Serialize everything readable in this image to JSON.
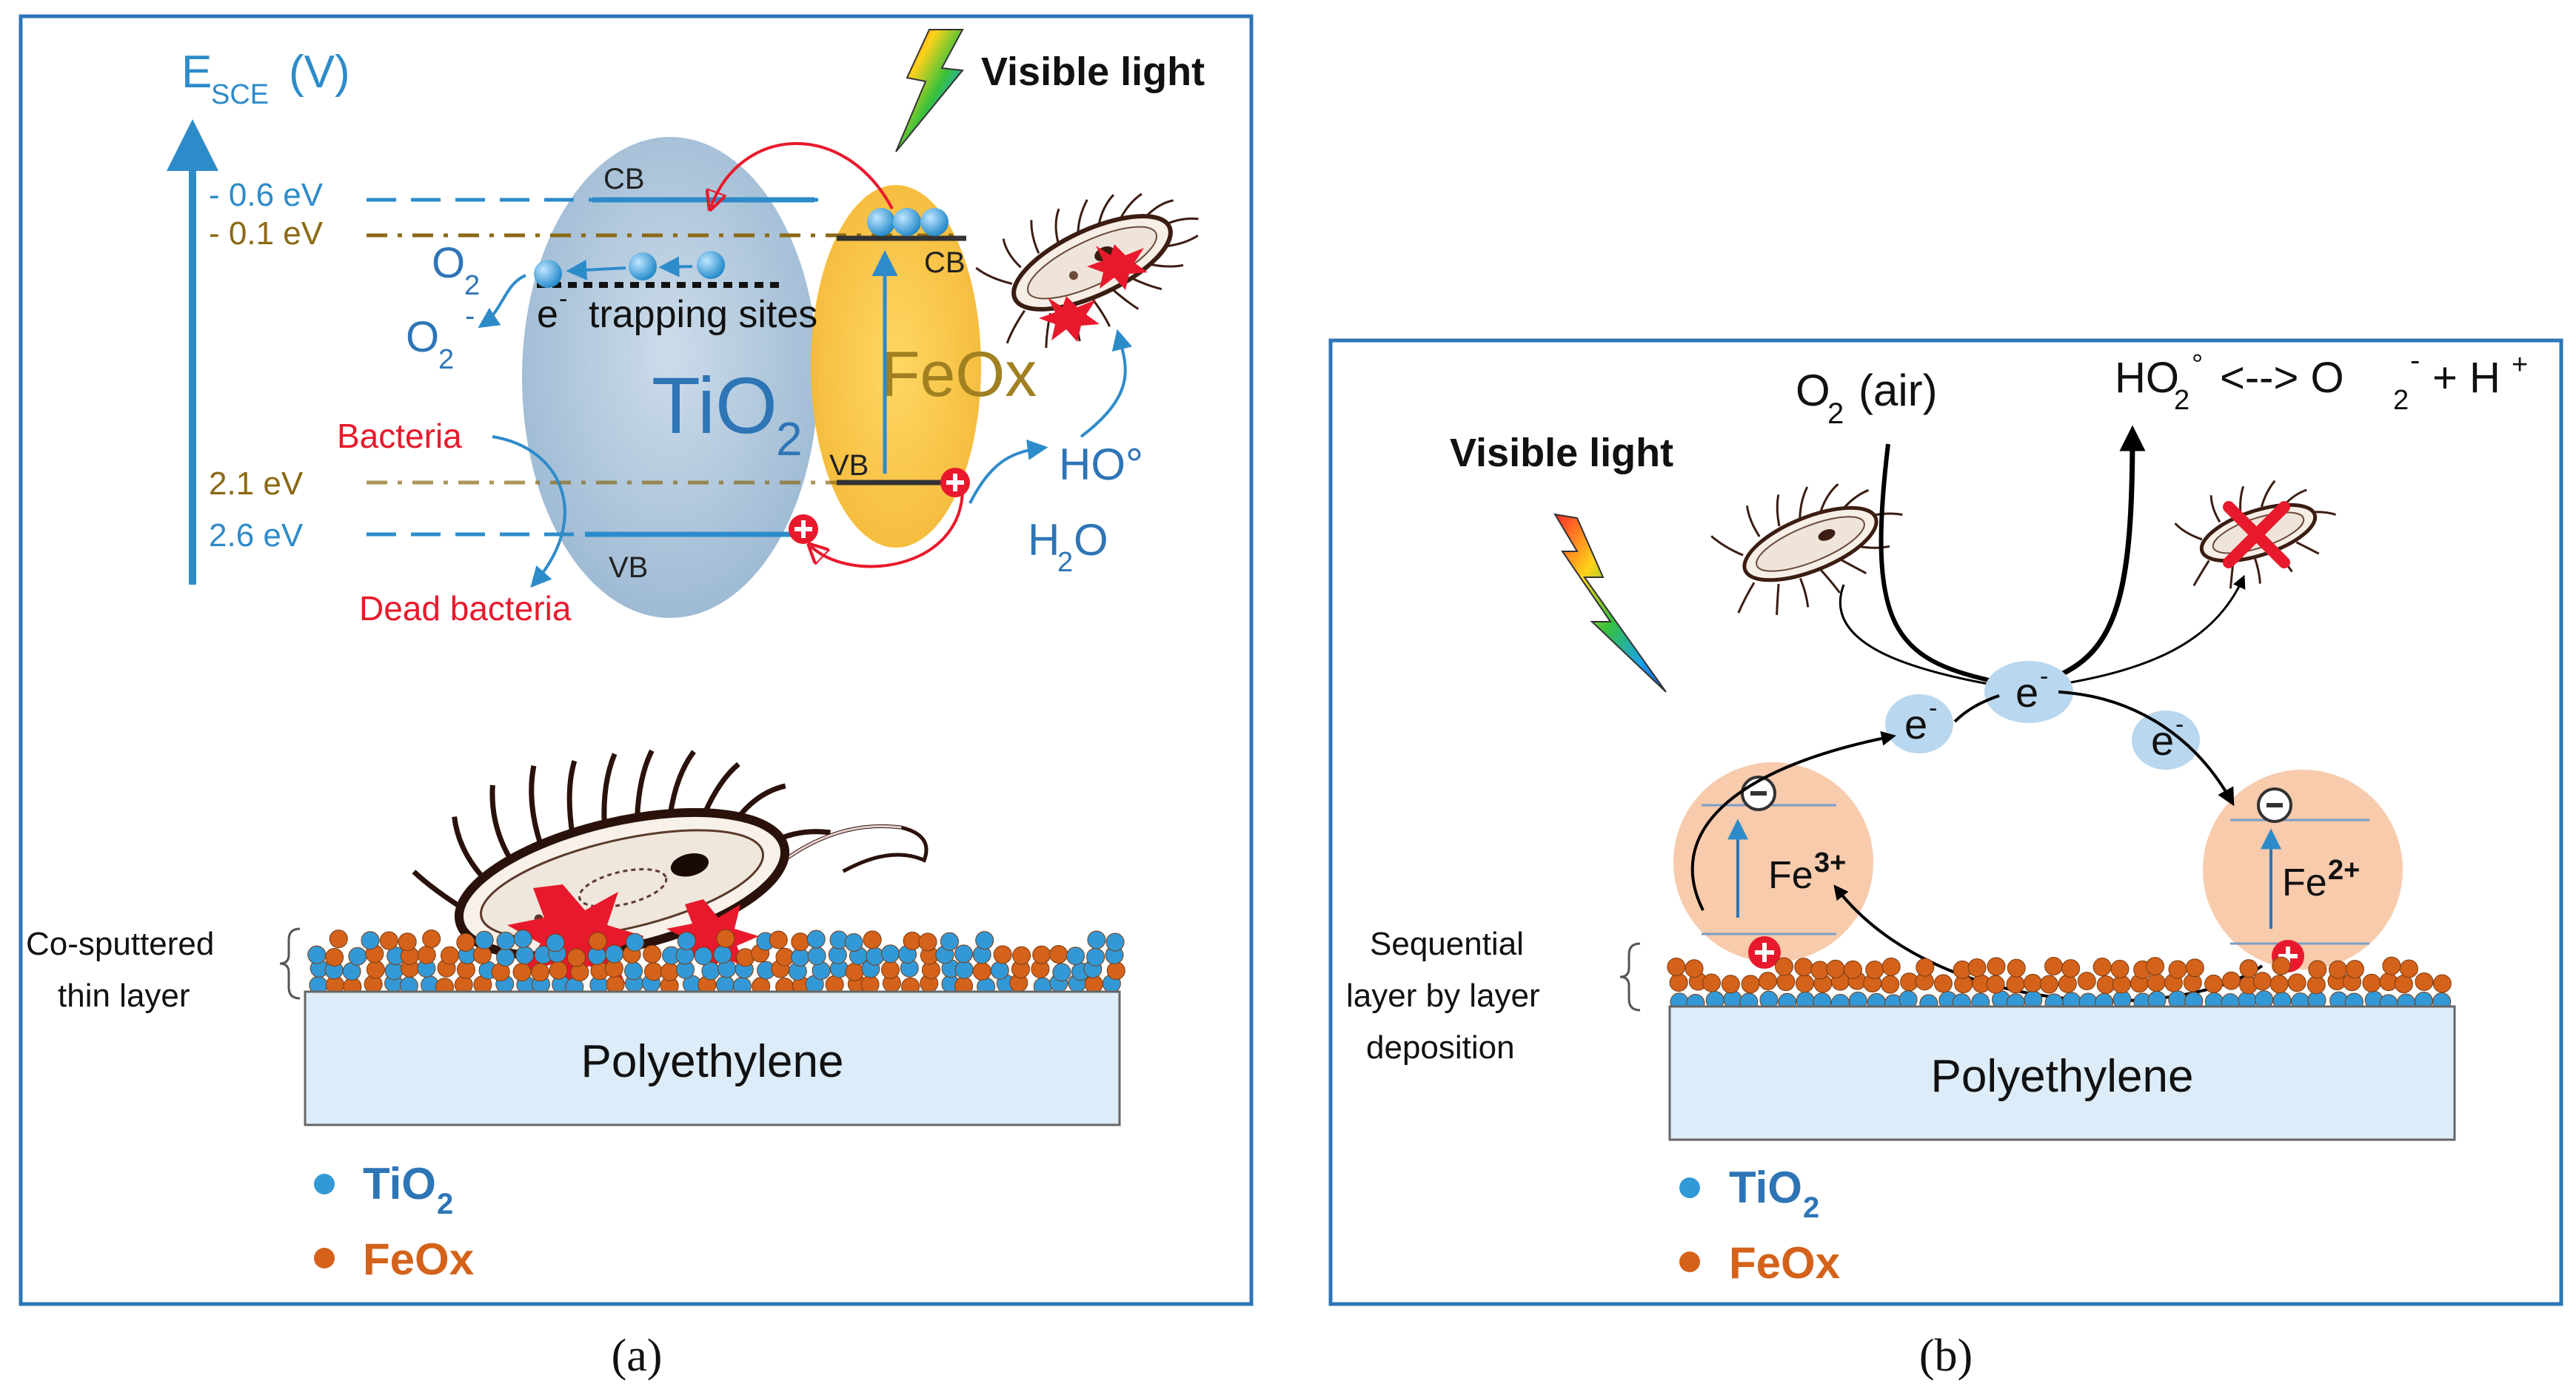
{
  "panel_a": {
    "axis_label_main": "E",
    "axis_label_sub": "SCE",
    "axis_label_unit": "(V)",
    "visible_light": "Visible light",
    "level_m06": "- 0.6 eV",
    "level_m01": "- 0.1 eV",
    "level_21": "2.1 eV",
    "level_26": "2.6 eV",
    "cb_tio2": "CB",
    "vb_tio2": "VB",
    "cb_feox": "CB",
    "vb_feox": "VB",
    "tio2_main": "TiO",
    "tio2_sub": "2",
    "feox": "FeOx",
    "o2_main": "O",
    "o2_sub": "2",
    "o2m_main": "O",
    "o2m_sub": "2",
    "o2m_sup": "-",
    "trap_e": "e",
    "trap_e_sup": "-",
    "trapping_sites": "trapping sites",
    "bacteria": "Bacteria",
    "dead_bacteria": "Dead bacteria",
    "ho": "HO°",
    "h2o_h": "H",
    "h2o_sub": "2",
    "h2o_o": "O",
    "layer_label_1": "Co-sputtered",
    "layer_label_2": "thin layer",
    "substrate": "Polyethylene",
    "legend_tio2_main": "TiO",
    "legend_tio2_sub": "2",
    "legend_feox": "FeOx",
    "caption": "(a)"
  },
  "panel_b": {
    "o2air_main": "O",
    "o2air_sub": "2",
    "o2air_rest": "(air)",
    "ho2_eq": "HO",
    "ho2_sub": "2",
    "ho2_sup": "°",
    "ho2_arrow": "<--> O",
    "ho2_o2sub": "2",
    "ho2_o2sup": "-",
    "ho2_plus": "+ H",
    "ho2_hsup": "+",
    "visible_light": "Visible light",
    "e_label": "e",
    "e_sup": "-",
    "fe3": "Fe",
    "fe3_sup": "3+",
    "fe2": "Fe",
    "fe2_sup": "2+",
    "minus": "-",
    "plus": "+",
    "layer_label_1": "Sequential",
    "layer_label_2": "layer by layer",
    "layer_label_3": "deposition",
    "substrate": "Polyethylene",
    "legend_tio2_main": "TiO",
    "legend_tio2_sub": "2",
    "legend_feox": "FeOx",
    "caption": "(b)"
  },
  "colors": {
    "panel_border": "#2e75b6",
    "tio2_blue": "#3399d6",
    "feox_orange": "#d4621a",
    "energy_blue": "#2e8bc9",
    "energy_brown": "#8b6914",
    "red": "#e8192c",
    "substrate_fill": "#dcecf8",
    "fe_circle": "#f8cbad"
  }
}
